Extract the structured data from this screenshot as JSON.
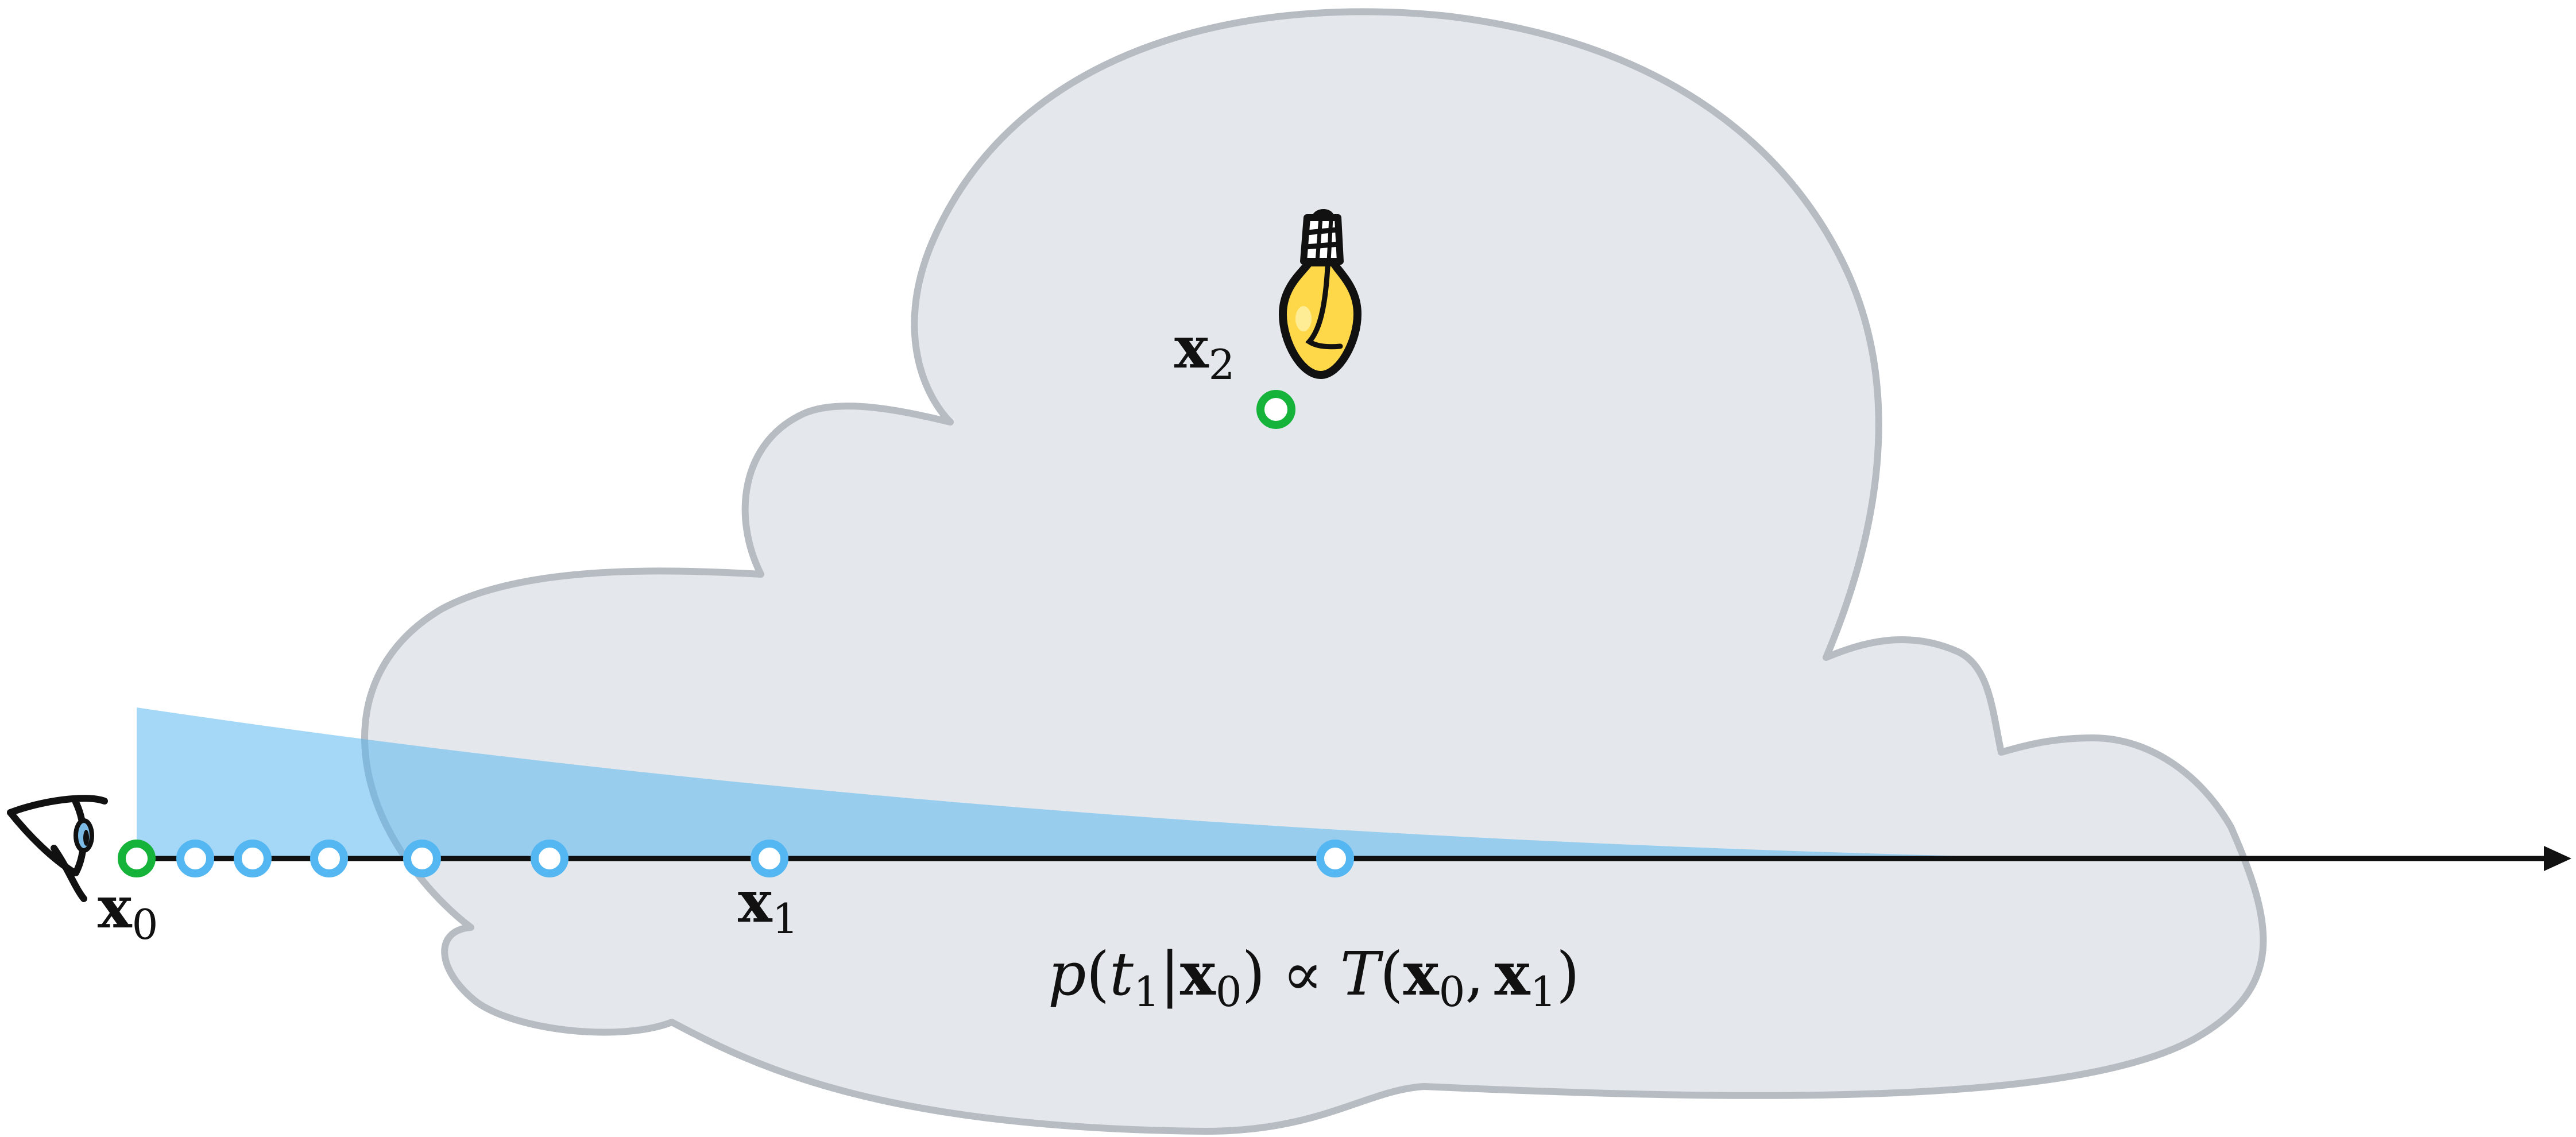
{
  "colors": {
    "cloud_fill": "#e4e8ec",
    "cloud_stroke": "#b6bcc2",
    "transmittance_fill": "#5bb6f0",
    "axis": "#111111",
    "start_point": "#16b33a",
    "light_point": "#16b33a",
    "sample_points": "#55b7f2",
    "bulb_fill": "#ffd84a"
  },
  "icons": {
    "eye": "eye-icon",
    "light": "lightbulb-icon"
  },
  "labels": {
    "x0": {
      "base": "x",
      "sub": "0"
    },
    "x1": {
      "base": "x",
      "sub": "1"
    },
    "x2": {
      "base": "x",
      "sub": "2"
    },
    "formula": {
      "p": "p",
      "open": "(",
      "t": "t",
      "t_sub": "1",
      "bar": "|",
      "x": "x",
      "x_sub": "0",
      "close": ")",
      "prop": "∝",
      "T": "T",
      "open2": "(",
      "x_a": "x",
      "x_a_sub": "0",
      "comma": ",",
      "x_b": "x",
      "x_b_sub": "1",
      "close2": ")"
    }
  },
  "sample_points_count": 7
}
